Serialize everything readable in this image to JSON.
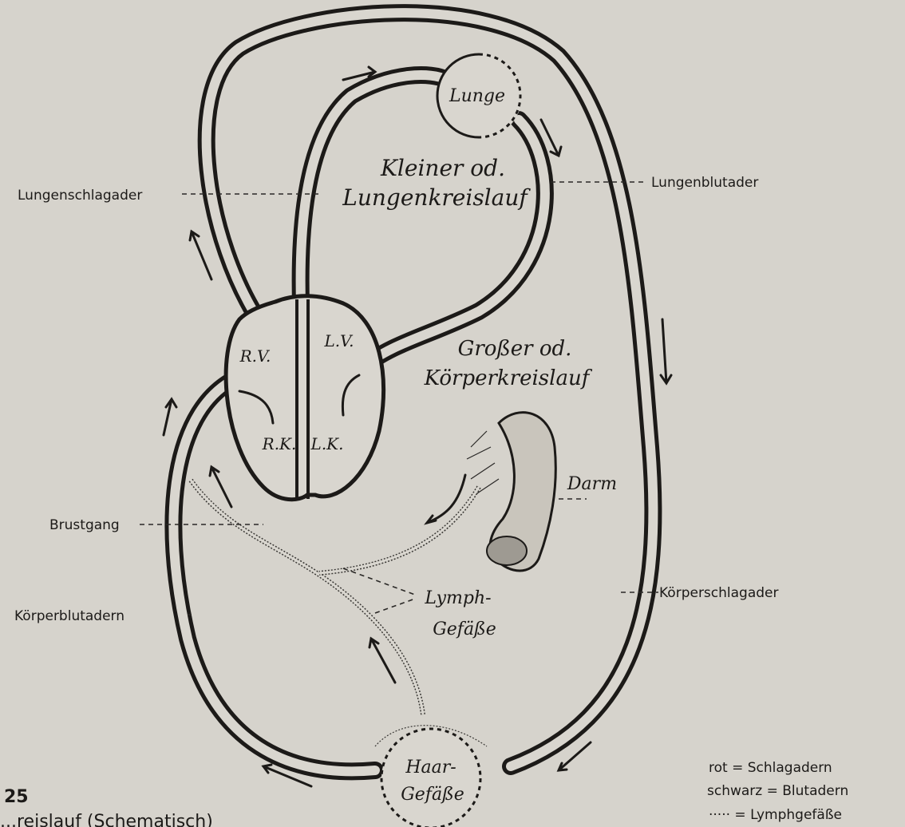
{
  "figure": {
    "number": "25",
    "caption_fragment": "...reislauf (Schematisch)"
  },
  "organs": {
    "lung": "Lunge",
    "capillaries_line1": "Haar-",
    "capillaries_line2": "Gefäße",
    "intestine": "Darm"
  },
  "circuits": {
    "small_line1": "Kleiner od.",
    "small_line2": "Lungenkreislauf",
    "large_line1": "Großer od.",
    "large_line2": "Körperkreislauf"
  },
  "heart": {
    "rv": "R.V.",
    "lv": "L.V.",
    "rk": "R.K.",
    "lk": "L.K."
  },
  "labels": {
    "pulmonary_artery": "Lungenschlagader",
    "pulmonary_vein": "Lungenblutader",
    "thoracic_duct": "Brustgang",
    "body_veins": "Körperblutadern",
    "body_artery": "Körperschlagader",
    "lymph_line1": "Lymph-",
    "lymph_line2": "Gefäße"
  },
  "legend": {
    "row1": "rot = Schlagadern",
    "row2": "schwarz = Blutadern",
    "row3": "····· = Lymphgefäße"
  }
}
